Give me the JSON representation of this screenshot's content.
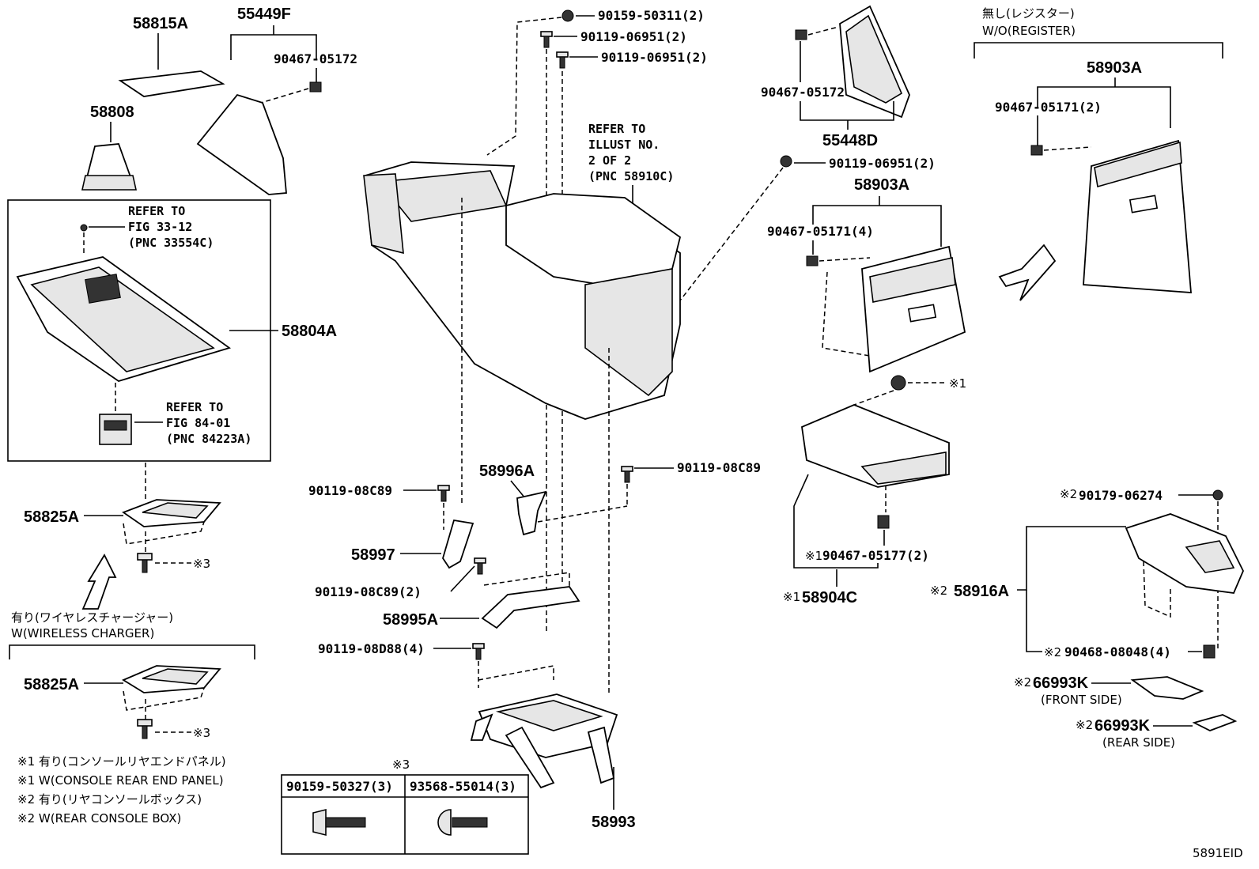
{
  "diagram_id": "5891EID",
  "parts": {
    "p58815A": "58815A",
    "p55449F": "55449F",
    "p90467_05172_a": "90467-05172",
    "p58808": "58808",
    "p58804A": "58804A",
    "p58825A_a": "58825A",
    "p58825A_b": "58825A",
    "p90159_50311": "90159-50311(2)",
    "p90119_06951_a": "90119-06951(2)",
    "p90119_06951_b": "90119-06951(2)",
    "p90467_05172_b": "90467-05172",
    "p55448D": "55448D",
    "p90119_06951_c": "90119-06951(2)",
    "p58903A_a": "58903A",
    "p90467_05171_4": "90467-05171(4)",
    "p58903A_b": "58903A",
    "p90467_05171_2": "90467-05171(2)",
    "p90119_08C89_a": "90119-08C89",
    "p58996A": "58996A",
    "p90119_08C89_b": "90119-08C89",
    "p58997": "58997",
    "p90119_08C89_2": "90119-08C89(2)",
    "p58995A": "58995A",
    "p90119_08D88": "90119-08D88(4)",
    "p58993": "58993",
    "p90467_05177": "90467-05177(2)",
    "p58904C": "58904C",
    "p90179_06274": "90179-06274",
    "p58916A": "58916A",
    "p90468_08048": "90468-08048(4)",
    "p66993K_front": "66993K",
    "p66993K_rear": "66993K"
  },
  "marks": {
    "m1": "※1",
    "m2": "※2",
    "m3": "※3"
  },
  "refs": {
    "r1": [
      "REFER TO",
      "ILLUST NO.",
      "2 OF 2",
      "(PNC 58910C)"
    ],
    "r2": [
      "REFER TO",
      "FIG 33-12",
      "(PNC 33554C)"
    ],
    "r3": [
      "REFER TO",
      "FIG 84-01",
      "(PNC 84223A)"
    ]
  },
  "captions": {
    "front_side": "(FRONT SIDE)",
    "rear_side": "(REAR SIDE)",
    "wo_register_jp": "無し(レジスター)",
    "wo_register_en": "W/O(REGISTER)",
    "w_charger_jp": "有り(ワイヤレスチャージャー)",
    "w_charger_en": "W(WIRELESS CHARGER)"
  },
  "legend": [
    "※1 有り(コンソールリヤエンドパネル)",
    "※1 W(CONSOLE REAR END PANEL)",
    "※2 有り(リヤコンソールボックス)",
    "※2 W(REAR CONSOLE BOX)"
  ],
  "fastener_table": {
    "header": "※3",
    "col1": "90159-50327(3)",
    "col2": "93568-55014(3)"
  }
}
